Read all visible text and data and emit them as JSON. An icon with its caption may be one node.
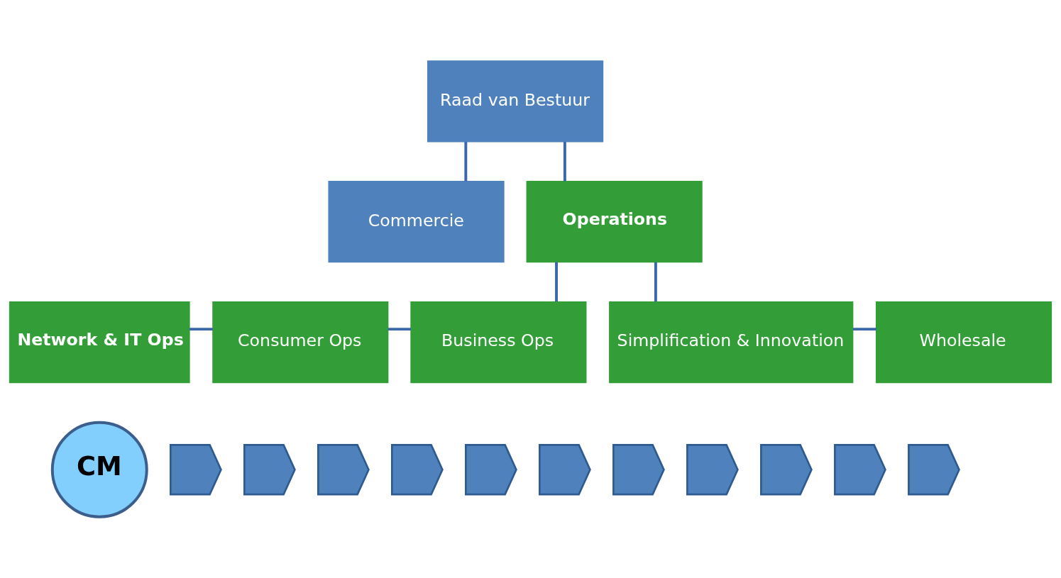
{
  "diagram": {
    "nodes": [
      {
        "text": [
          "Raad van Bestuur"
        ]
      },
      {
        "text": [
          "Commercie"
        ]
      },
      {
        "text": [
          "Operations"
        ]
      },
      {
        "text": [
          "Network & IT Ops"
        ]
      },
      {
        "text": [
          "Consumer Ops"
        ]
      },
      {
        "text": [
          "Business Ops"
        ]
      },
      {
        "text": [
          "Simplification & Innovation"
        ]
      },
      {
        "text": [
          "Wholesale"
        ]
      },
      {
        "text": [
          "CM"
        ]
      },
      {
        "text": [],
        "shape": "chevron"
      },
      {
        "text": [],
        "shape": "chevron"
      },
      {
        "text": [],
        "shape": "chevron"
      },
      {
        "text": [],
        "shape": "chevron"
      },
      {
        "text": [],
        "shape": "chevron"
      },
      {
        "text": [],
        "shape": "chevron"
      },
      {
        "text": [],
        "shape": "chevron"
      },
      {
        "text": [],
        "shape": "chevron"
      },
      {
        "text": [],
        "shape": "chevron"
      },
      {
        "text": [],
        "shape": "chevron"
      },
      {
        "text": [],
        "shape": "chevron"
      }
    ],
    "edges": [
      {
        "from": 0,
        "to": 1,
        "arrow": "none"
      },
      {
        "from": 0,
        "to": 2,
        "arrow": "none"
      },
      {
        "from": 2,
        "to": 5,
        "arrow": "none"
      },
      {
        "from": 2,
        "to": 6,
        "arrow": "none"
      },
      {
        "from": 3,
        "to": 4,
        "arrow": "none"
      },
      {
        "from": 4,
        "to": 5,
        "arrow": "none"
      },
      {
        "from": 6,
        "to": 7,
        "arrow": "none"
      }
    ]
  }
}
